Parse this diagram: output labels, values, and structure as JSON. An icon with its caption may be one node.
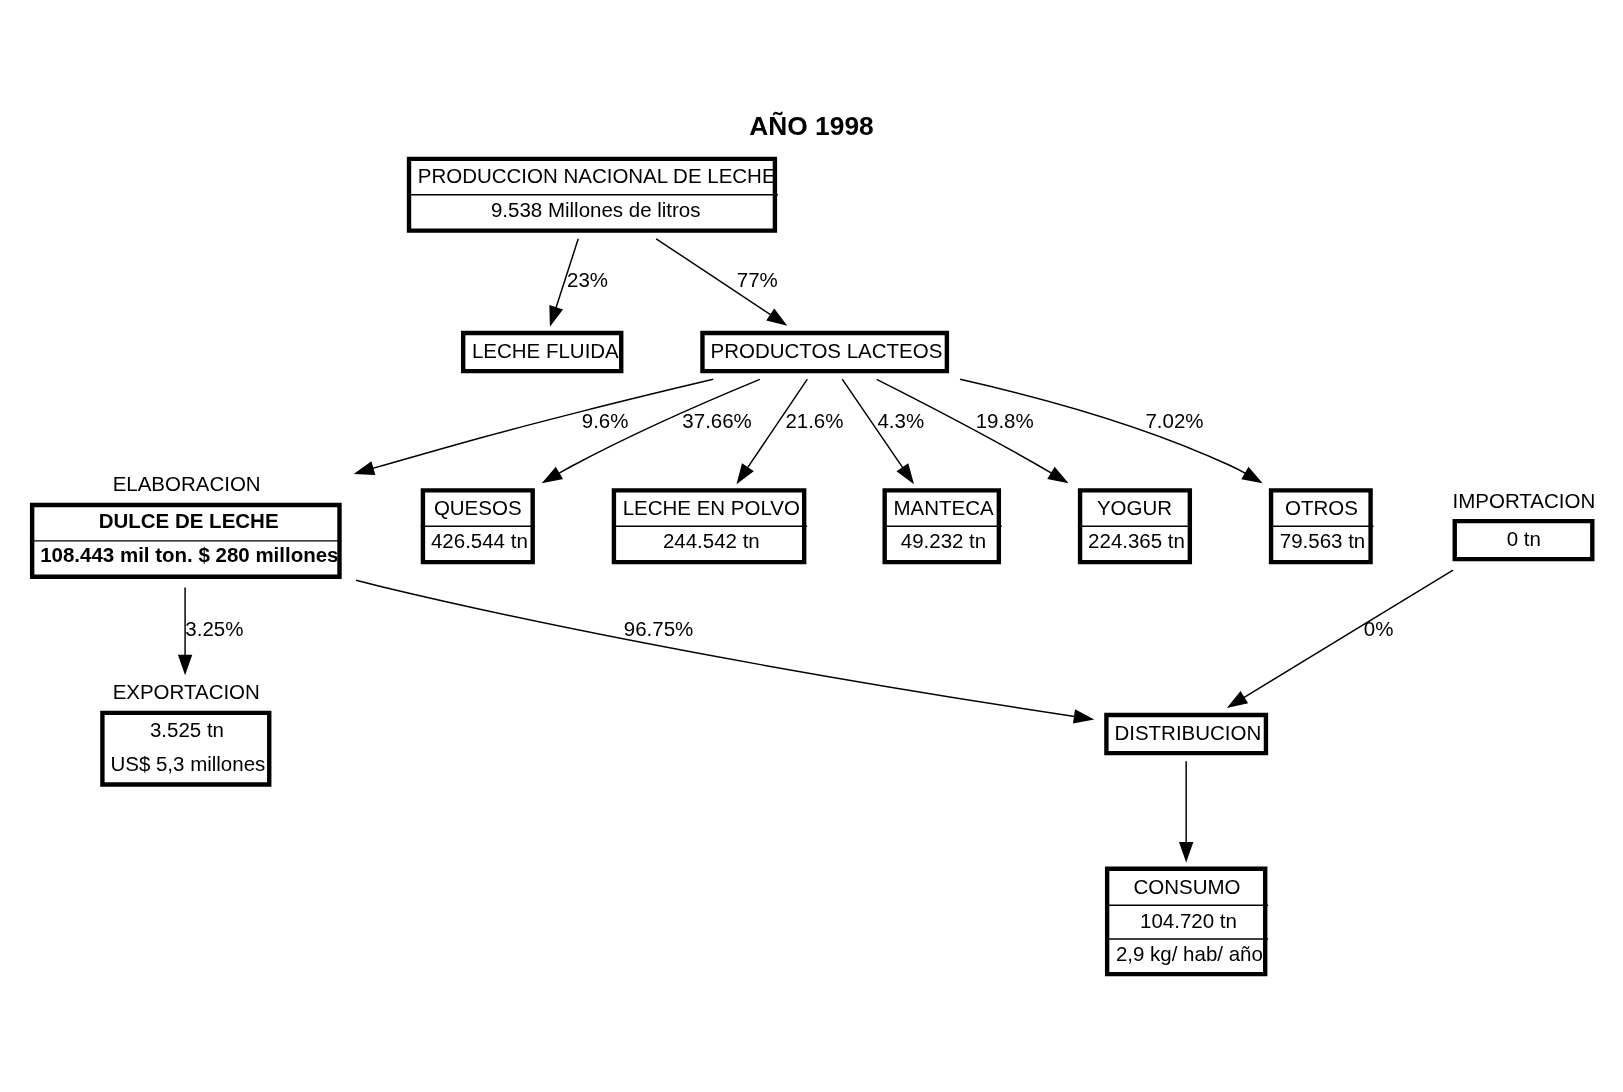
{
  "diagram": {
    "title": "AÑO 1998",
    "nodes": [
      {
        "text": [
          "PRODUCCION NACIONAL DE LECHE",
          "9.538 Millones de litros"
        ]
      },
      {
        "text": [
          "LECHE FLUIDA"
        ]
      },
      {
        "text": [
          "PRODUCTOS LACTEOS"
        ]
      },
      {
        "text": [
          "ELABORACION",
          "DULCE DE LECHE",
          "108.443 mil ton. $ 280 millones"
        ]
      },
      {
        "text": [
          "IMPORTACION",
          "0 tn"
        ]
      },
      {
        "text": [
          "DISTRIBUCION"
        ]
      },
      {
        "text": [
          "CONSUMO",
          "104.720 tn",
          "2,9 kg/ hab/ año"
        ]
      },
      {
        "text": [
          "QUESOS",
          "426.544 tn"
        ]
      },
      {
        "text": [
          "LECHE EN POLVO",
          "244.542 tn"
        ]
      },
      {
        "text": [
          "MANTECA",
          "49.232 tn"
        ]
      },
      {
        "text": [
          "YOGUR",
          "224.365 tn"
        ]
      },
      {
        "text": [
          "OTROS",
          "79.563 tn"
        ]
      },
      {
        "text": [
          "EXPORTACION",
          "3.525 tn",
          "US$ 5,3 millones"
        ]
      }
    ],
    "edges": [
      {
        "from": 0,
        "to": 1,
        "arrow": "to",
        "label": "23%"
      },
      {
        "from": 0,
        "to": 2,
        "arrow": "to",
        "label": "77%"
      },
      {
        "from": 2,
        "to": 3,
        "arrow": "to",
        "label": "9.6%"
      },
      {
        "from": 3,
        "to": 12,
        "arrow": "to",
        "label": "3.25%"
      },
      {
        "from": 4,
        "to": 5,
        "arrow": "to",
        "label": "0%"
      },
      {
        "from": 3,
        "to": 5,
        "arrow": "to",
        "label": "96.75%"
      },
      {
        "from": 5,
        "to": 6,
        "arrow": "to"
      },
      {
        "from": 2,
        "to": 7,
        "arrow": "to",
        "label": "37.66%"
      },
      {
        "from": 2,
        "to": 8,
        "arrow": "to",
        "label": "21.6%"
      },
      {
        "from": 2,
        "to": 9,
        "arrow": "to",
        "label": "4.3%"
      },
      {
        "from": 2,
        "to": 10,
        "arrow": "to",
        "label": "19.8%"
      },
      {
        "from": 2,
        "to": 11,
        "arrow": "to",
        "label": "7.02%"
      }
    ]
  }
}
